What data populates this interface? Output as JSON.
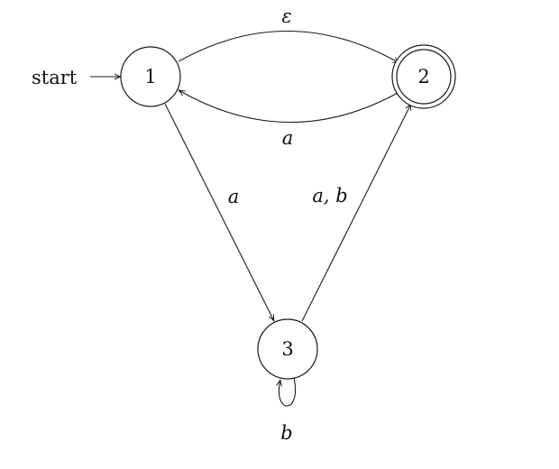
{
  "automaton": {
    "start_label": "start",
    "states": [
      {
        "id": "1",
        "label": "1",
        "accepting": false,
        "initial": true
      },
      {
        "id": "2",
        "label": "2",
        "accepting": true,
        "initial": false
      },
      {
        "id": "3",
        "label": "3",
        "accepting": false,
        "initial": false
      }
    ],
    "transitions": [
      {
        "from": "1",
        "to": "2",
        "label": "ε"
      },
      {
        "from": "2",
        "to": "1",
        "label": "a"
      },
      {
        "from": "1",
        "to": "3",
        "label": "a"
      },
      {
        "from": "3",
        "to": "2",
        "label": "a, b"
      },
      {
        "from": "3",
        "to": "3",
        "label": "b"
      }
    ]
  }
}
